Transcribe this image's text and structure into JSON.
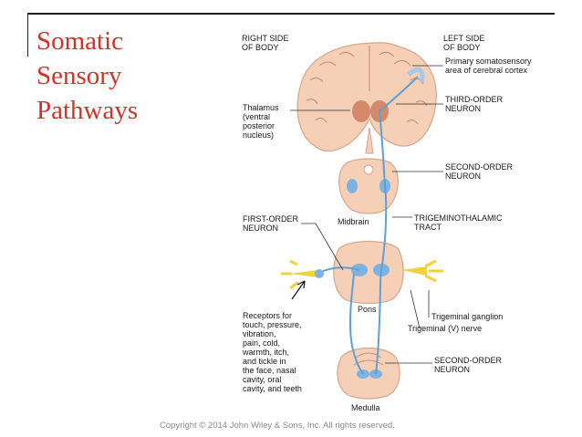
{
  "slide": {
    "title_lines": [
      "Somatic",
      "Sensory",
      "Pathways"
    ],
    "copyright": "Copyright © 2014 John Wiley & Sons, Inc. All rights reserved."
  },
  "labels": {
    "right_side": [
      "RIGHT SIDE",
      "OF BODY"
    ],
    "left_side": [
      "LEFT SIDE",
      "OF BODY"
    ],
    "primary_cortex": [
      "Primary somatosensory",
      "area of cerebral cortex"
    ],
    "third_order": [
      "THIRD-ORDER",
      "NEURON"
    ],
    "thalamus": [
      "Thalamus",
      "(ventral",
      "posterior",
      "nucleus)"
    ],
    "second_order_upper": [
      "SECOND-ORDER",
      "NEURON"
    ],
    "first_order": [
      "FIRST-ORDER",
      "NEURON"
    ],
    "midbrain": "Midbrain",
    "trigeminothalamic": [
      "TRIGEMINOTHALAMIC",
      "TRACT"
    ],
    "receptors": [
      "Receptors for",
      "touch, pressure,",
      "vibration,",
      "pain, cold,",
      "warmth, itch,",
      "and tickle in",
      "the face, nasal",
      "cavity, oral",
      "cavity, and teeth"
    ],
    "pons": "Pons",
    "trigeminal_ganglion": "Trigeminal ganglion",
    "trigeminal_nerve": "Trigeminal (V) nerve",
    "second_order_lower": [
      "SECOND-ORDER",
      "NEURON"
    ],
    "medulla": "Medulla"
  },
  "colors": {
    "title": "#d0322a",
    "tissue": "#f5cfb6",
    "tissue_outline": "#d9a58c",
    "neuron": "#5f9fd6",
    "ganglion": "#f2d23a"
  }
}
